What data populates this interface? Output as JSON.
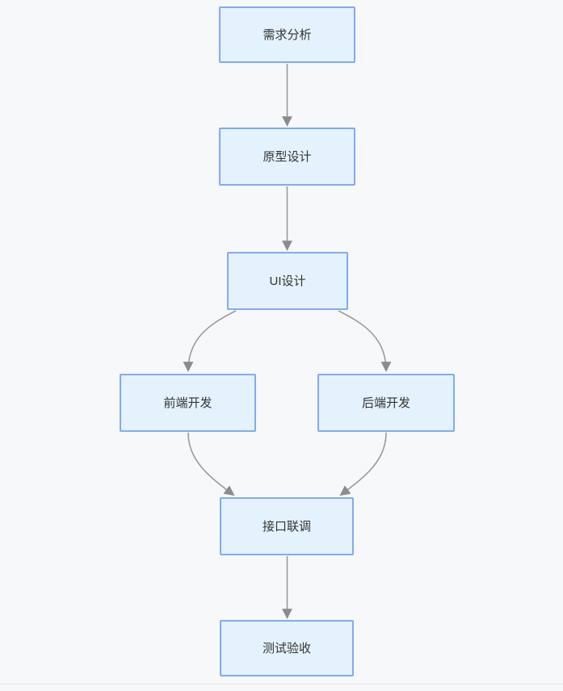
{
  "diagram": {
    "type": "flowchart",
    "direction": "top-down",
    "nodes": [
      {
        "id": "requirements-analysis",
        "label": "需求分析"
      },
      {
        "id": "prototype-design",
        "label": "原型设计"
      },
      {
        "id": "ui-design",
        "label": "UI设计"
      },
      {
        "id": "frontend-development",
        "label": "前端开发"
      },
      {
        "id": "backend-development",
        "label": "后端开发"
      },
      {
        "id": "api-integration",
        "label": "接口联调"
      },
      {
        "id": "testing-acceptance",
        "label": "测试验收"
      }
    ],
    "edges": [
      {
        "from": "requirements-analysis",
        "to": "prototype-design"
      },
      {
        "from": "prototype-design",
        "to": "ui-design"
      },
      {
        "from": "ui-design",
        "to": "frontend-development"
      },
      {
        "from": "ui-design",
        "to": "backend-development"
      },
      {
        "from": "frontend-development",
        "to": "api-integration"
      },
      {
        "from": "backend-development",
        "to": "api-integration"
      },
      {
        "from": "api-integration",
        "to": "testing-acceptance"
      }
    ],
    "colors": {
      "background": "#f7f8fa",
      "node_fill": "#e3f2fc",
      "node_border": "#82abf0",
      "edge": "#9a9a9a",
      "arrowhead": "#8c8c8c",
      "text": "#333333"
    }
  }
}
